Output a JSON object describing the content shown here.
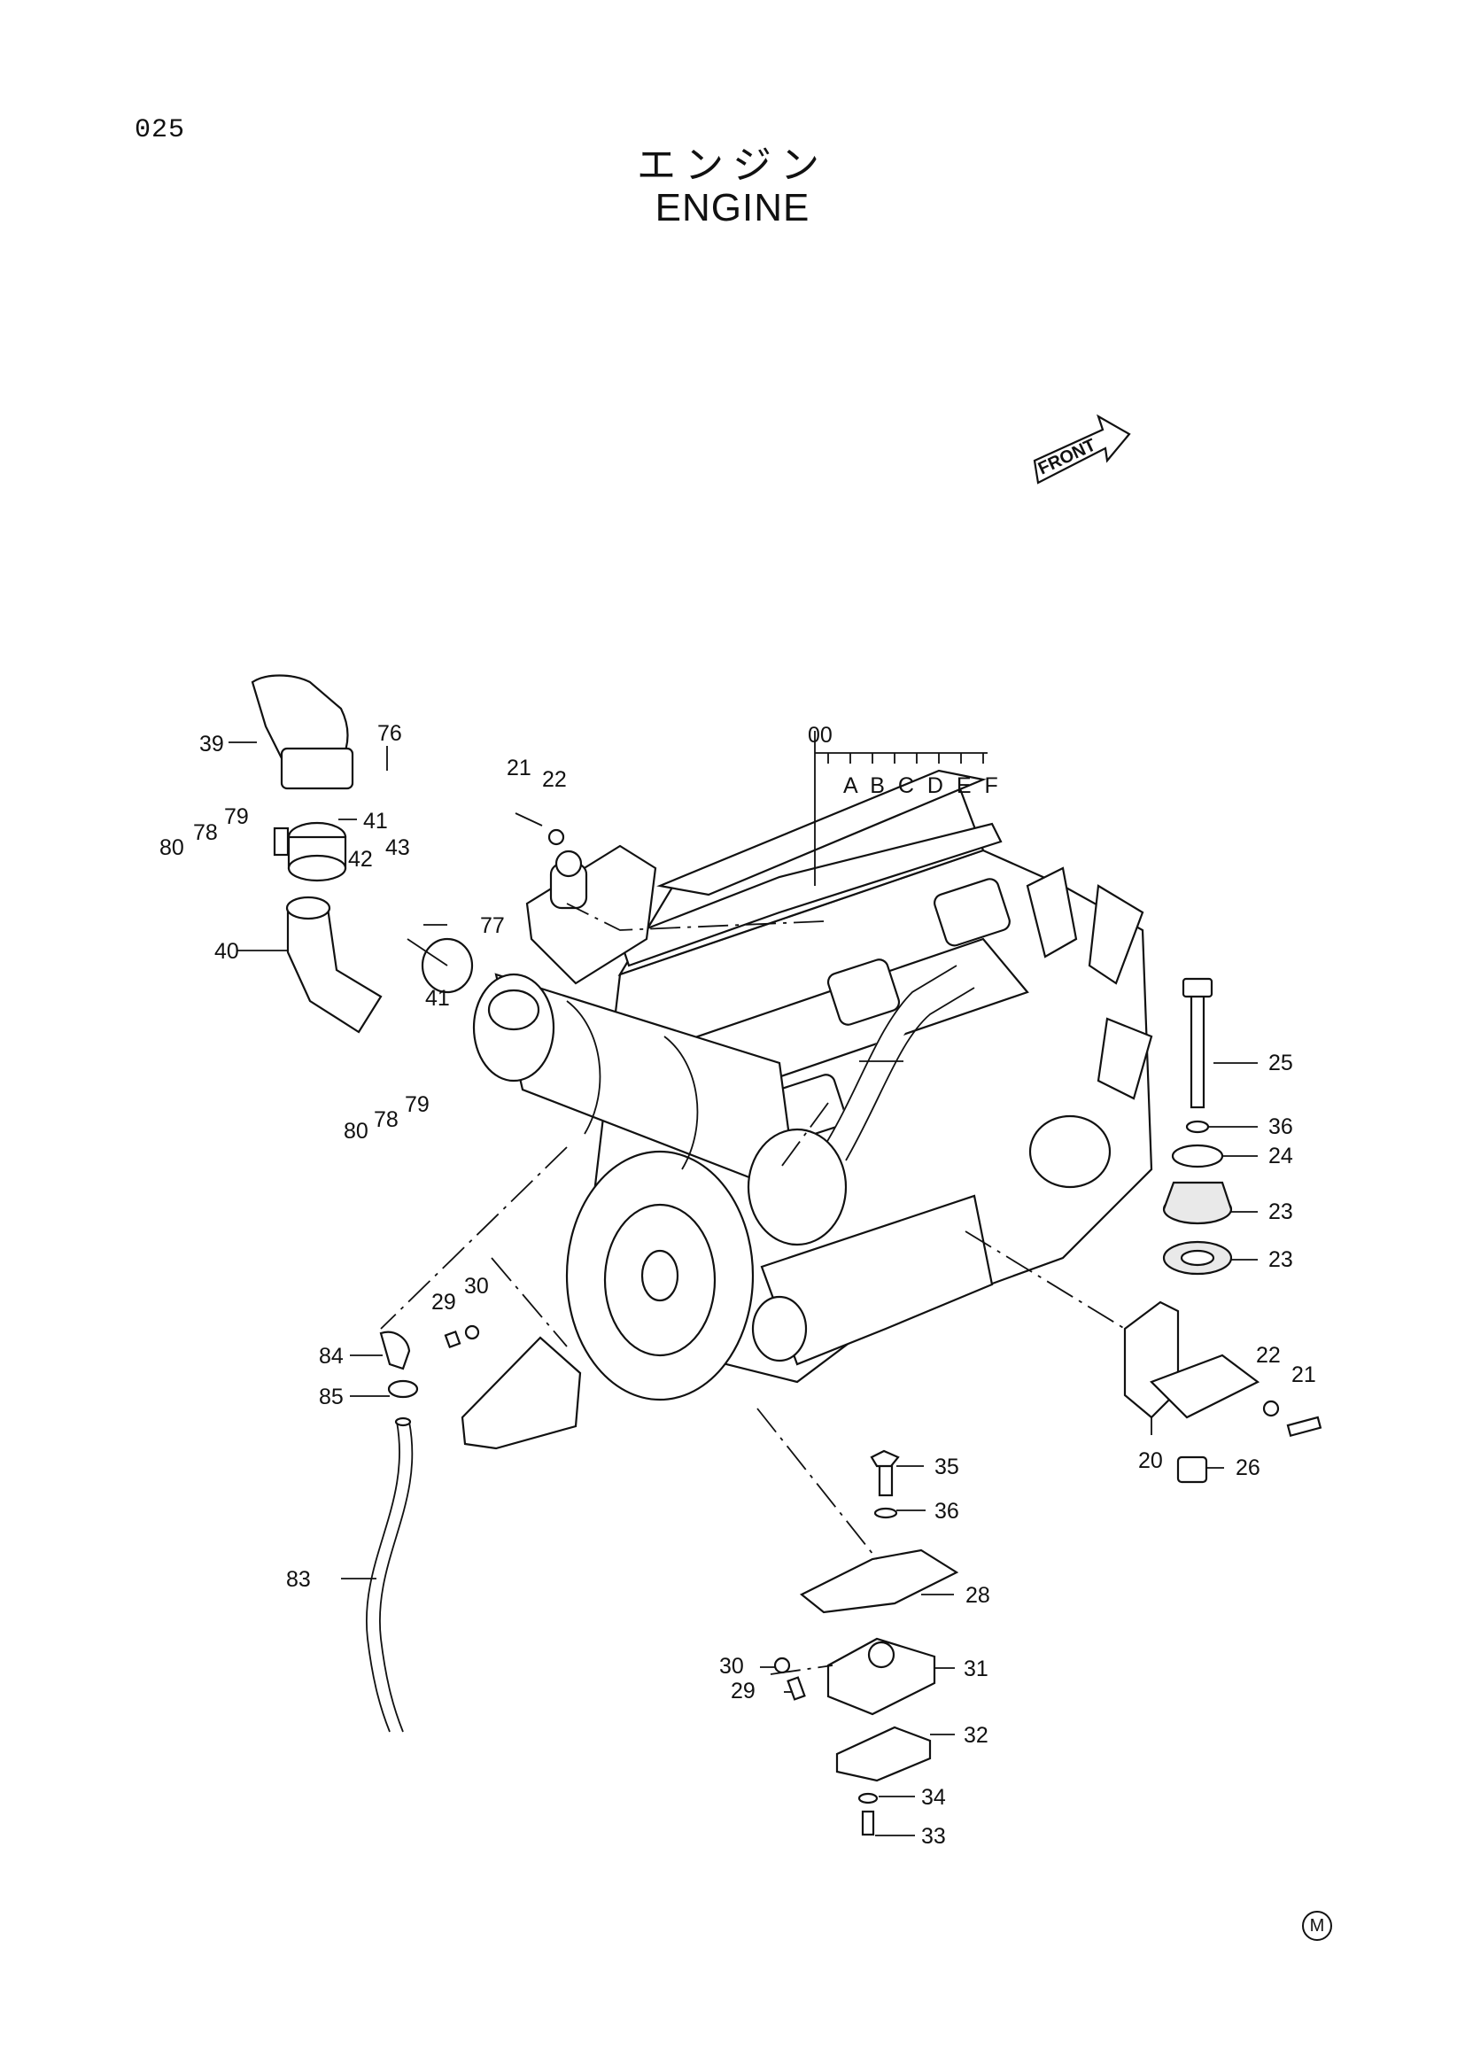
{
  "page": {
    "number": "025",
    "title_jp": "エンジン",
    "title_en": "ENGINE",
    "front_tag": "FRONT",
    "mark": "M"
  },
  "assembly": {
    "id": "00",
    "variants": "A B C D E F"
  },
  "parts": {
    "p39": "39",
    "p76": "76",
    "p41a": "41",
    "p79a": "79",
    "p78a": "78",
    "p80a": "80",
    "p42": "42",
    "p43": "43",
    "p77": "77",
    "p40": "40",
    "p41b": "41",
    "p80b": "80",
    "p78b": "78",
    "p79b": "79",
    "p21a": "21",
    "p22a": "22",
    "p25": "25",
    "p36a": "36",
    "p24": "24",
    "p23a": "23",
    "p23b": "23",
    "p22b": "22",
    "p21b": "21",
    "p20": "20",
    "p26": "26",
    "p29a": "29",
    "p30a": "30",
    "p84": "84",
    "p85": "85",
    "p83": "83",
    "p35": "35",
    "p36b": "36",
    "p28": "28",
    "p30b": "30",
    "p29b": "29",
    "p31": "31",
    "p32": "32",
    "p34": "34",
    "p33": "33"
  }
}
